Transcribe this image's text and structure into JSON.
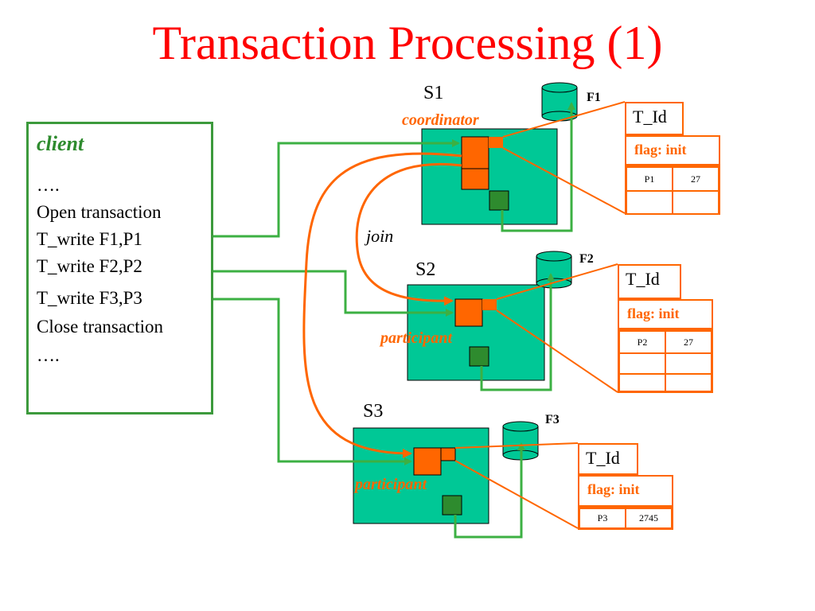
{
  "title": "Transaction Processing (1)",
  "client": {
    "label": "client",
    "lines": [
      "….",
      "Open transaction",
      "T_write F1,P1",
      "T_write F2,P2",
      "T_write F3,P3",
      "Close transaction",
      "…."
    ]
  },
  "servers": [
    {
      "name": "S1",
      "role": "coordinator",
      "file": "F1",
      "tid": "T_Id",
      "flag": "flag: init",
      "rows": [
        [
          "P1",
          "27"
        ],
        [
          "",
          ""
        ]
      ]
    },
    {
      "name": "S2",
      "role": "participant",
      "file": "F2",
      "tid": "T_Id",
      "flag": "flag: init",
      "rows": [
        [
          "P2",
          "27"
        ],
        [
          "",
          ""
        ],
        [
          "",
          ""
        ]
      ]
    },
    {
      "name": "S3",
      "role": "participant",
      "file": "F3",
      "tid": "T_Id",
      "flag": "flag: init",
      "rows": [
        [
          "P3",
          "2745"
        ]
      ]
    }
  ],
  "join_label": "join",
  "colors": {
    "title": "#ff0000",
    "server_fill": "#00c896",
    "process": "#ff6600",
    "object": "#2e8b2e",
    "client_arrow": "#3cb043",
    "coord_arrow": "#ff6600"
  }
}
